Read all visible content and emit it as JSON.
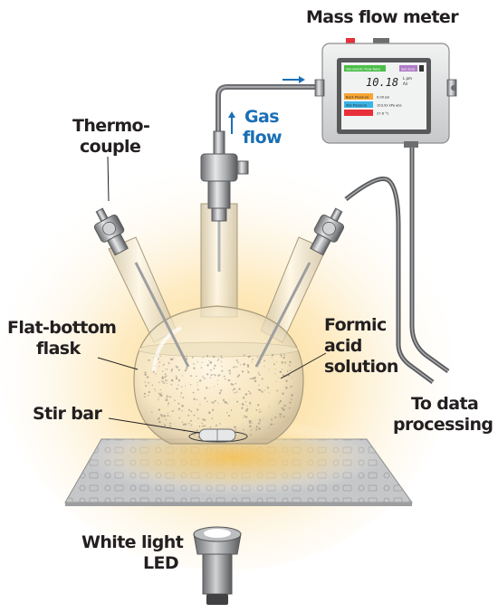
{
  "labels": {
    "mass_flow_meter": "Mass flow meter",
    "gas": "Gas",
    "flow": "flow",
    "thermo": "Thermo-",
    "couple": "couple",
    "flat_bottom": "Flat-bottom",
    "flask": "flask",
    "formic": "Formic",
    "acid": "acid",
    "solution": "solution",
    "stir_bar": "Stir bar",
    "to_data": "To data",
    "processing": "processing",
    "white_light": "White light",
    "led": "LED"
  },
  "meter_display": {
    "left_tab": "Volumetric Flow Rate",
    "right_tab": "Set Zero",
    "reading": "10.18",
    "unit_top": "L pm",
    "unit_bottom": "Air",
    "rows": [
      {
        "label": "Back Pressure",
        "value": "0.00 psi",
        "color": "#f7a532"
      },
      {
        "label": "Abs Pressure",
        "value": "103.93 kPa abs",
        "color": "#3bb3e6"
      },
      {
        "label": "",
        "value": "27.6 °C",
        "color": "#e8303a"
      }
    ]
  },
  "colors": {
    "label_text": "#231f20",
    "flow_blue": "#1a6fb5",
    "meter_green": "#4cbf4a",
    "meter_purple": "#b07cc6",
    "glow": "#f8c453"
  }
}
